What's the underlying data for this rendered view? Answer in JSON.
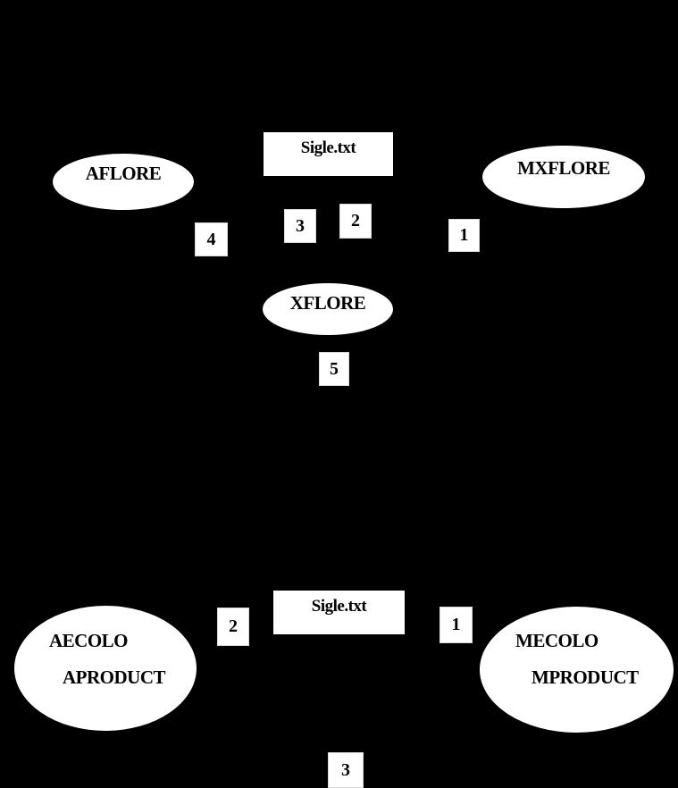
{
  "colors": {
    "background": "#000000",
    "shape_fill": "#ffffff",
    "text": "#000000"
  },
  "top_diagram": {
    "file_box_label": "Sigle.txt",
    "aflore_label": "AFLORE",
    "mxflore_label": "MXFLORE",
    "xflore_label": "XFLORE",
    "num_boxes": {
      "n1": "1",
      "n2": "2",
      "n3": "3",
      "n4": "4",
      "n5": "5"
    }
  },
  "bottom_diagram": {
    "file_box_label": "Sigle.txt",
    "left_ellipse": {
      "line1": "AECOLO",
      "line2": "APRODUCT"
    },
    "right_ellipse": {
      "line1": "MECOLO",
      "line2": "MPRODUCT"
    },
    "num_boxes": {
      "n1": "1",
      "n2": "2",
      "n3": "3"
    }
  }
}
